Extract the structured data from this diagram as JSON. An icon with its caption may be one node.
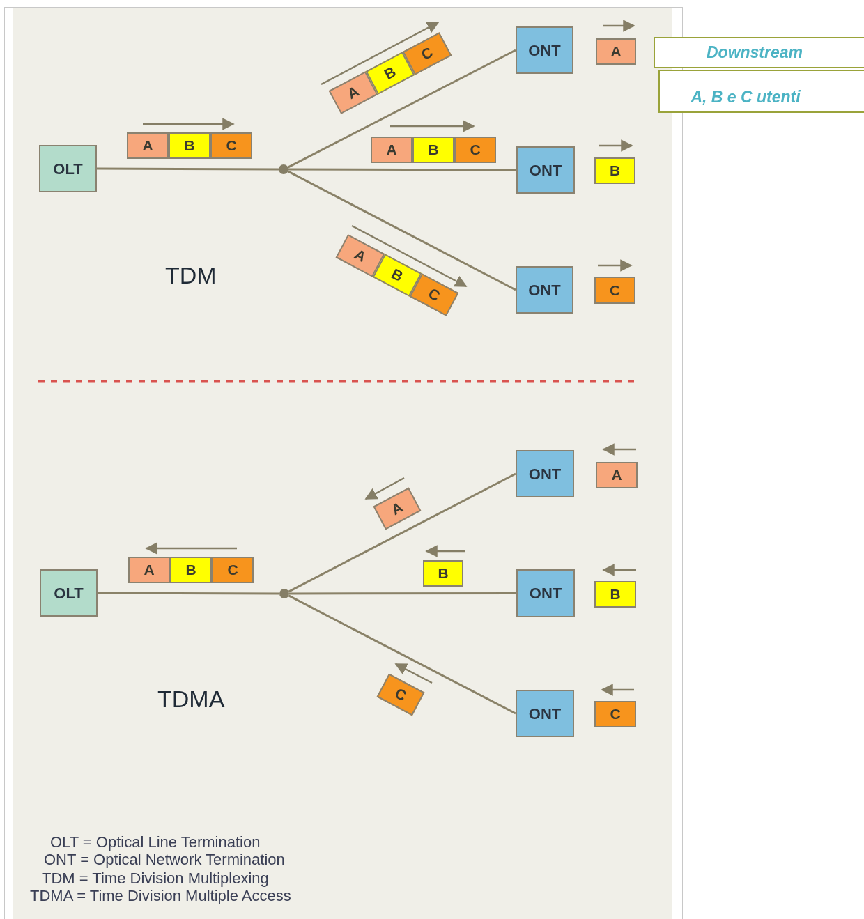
{
  "diagram": {
    "nodes": [
      {
        "text": [
          "OLT"
        ]
      },
      {
        "text": [],
        "shape": "circle"
      },
      {
        "text": [
          "ONT"
        ]
      },
      {
        "text": [
          "ONT"
        ]
      },
      {
        "text": [
          "ONT"
        ]
      },
      {
        "text": [
          "A"
        ]
      },
      {
        "text": [
          "B"
        ]
      },
      {
        "text": [
          "C"
        ]
      },
      {
        "text": [
          "A"
        ]
      },
      {
        "text": [
          "B"
        ]
      },
      {
        "text": [
          "C"
        ]
      },
      {
        "text": [
          "A"
        ]
      },
      {
        "text": [
          "B"
        ]
      },
      {
        "text": [
          "C"
        ]
      },
      {
        "text": [
          "A"
        ]
      },
      {
        "text": [
          "B"
        ]
      },
      {
        "text": [
          "C"
        ]
      },
      {
        "text": [
          "A"
        ]
      },
      {
        "text": [
          "B"
        ]
      },
      {
        "text": [
          "C"
        ]
      },
      {
        "text": [
          "OLT"
        ]
      },
      {
        "text": [],
        "shape": "circle"
      },
      {
        "text": [
          "ONT"
        ]
      },
      {
        "text": [
          "ONT"
        ]
      },
      {
        "text": [
          "ONT"
        ]
      },
      {
        "text": [
          "A"
        ]
      },
      {
        "text": [
          "B"
        ]
      },
      {
        "text": [
          "C"
        ]
      },
      {
        "text": [
          "A"
        ]
      },
      {
        "text": [
          "B"
        ]
      },
      {
        "text": [
          "C"
        ]
      },
      {
        "text": [
          "A"
        ]
      },
      {
        "text": [
          "B"
        ]
      },
      {
        "text": [
          "C"
        ]
      },
      {
        "text": [
          "Downstream"
        ]
      },
      {
        "text": [
          "A, B e C utenti"
        ]
      }
    ],
    "edges": [
      {
        "from": 0,
        "to": 1,
        "arrow": "none"
      },
      {
        "from": 1,
        "to": 2,
        "arrow": "none"
      },
      {
        "from": 1,
        "to": 3,
        "arrow": "none"
      },
      {
        "from": 1,
        "to": 4,
        "arrow": "none"
      },
      {
        "from": 20,
        "to": 21,
        "arrow": "none"
      },
      {
        "from": 21,
        "to": 22,
        "arrow": "none"
      },
      {
        "from": 21,
        "to": 23,
        "arrow": "none"
      },
      {
        "from": 21,
        "to": 24,
        "arrow": "none"
      }
    ],
    "labels": [
      "TDM",
      "TDMA",
      "OLT = Optical Line Termination",
      "ONT = Optical Network Termination",
      "TDM = Time Division Multiplexing",
      "TDMA = Time Division Multiple Access"
    ]
  }
}
